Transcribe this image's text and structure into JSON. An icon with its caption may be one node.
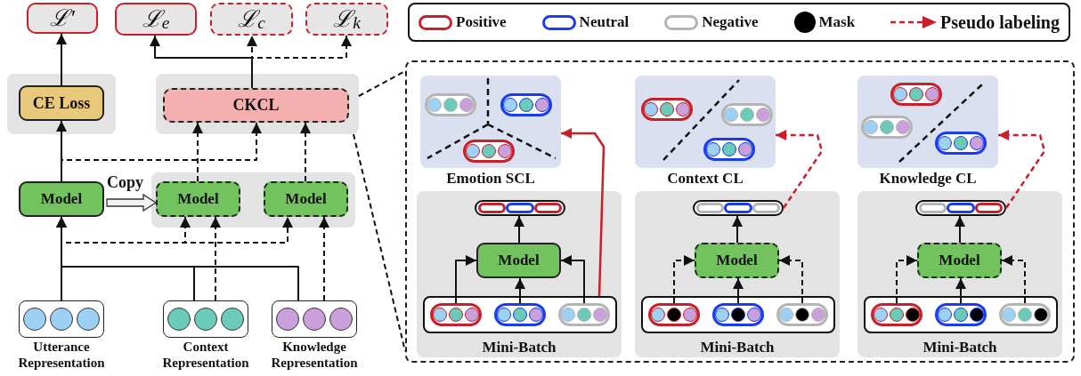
{
  "diagram": {
    "nodes": [
      {
        "text": [
          "ℒ′"
        ]
      },
      {
        "text": [
          "ℒ$_{e}$"
        ]
      },
      {
        "text": [
          "ℒ$_{c}$"
        ]
      },
      {
        "text": [
          "ℒ$_{k}$"
        ]
      },
      {
        "text": [],
        "shape": "box"
      },
      {
        "text": [
          "CE Loss"
        ],
        "in": 4
      },
      {
        "text": [],
        "shape": "box"
      },
      {
        "text": [
          "CKCL"
        ],
        "in": 6
      },
      {
        "text": [
          "Model"
        ]
      },
      {
        "text": [],
        "shape": "box"
      },
      {
        "text": [
          "Model"
        ],
        "in": 9
      },
      {
        "text": [
          "Model"
        ],
        "in": 9
      },
      {
        "text": [
          "Utterance Representation"
        ]
      },
      {
        "text": [
          "Context Representation"
        ]
      },
      {
        "text": [
          "Knowledge Representation"
        ]
      },
      {
        "text": [],
        "shape": "box"
      },
      {
        "text": [
          "Emotion SCL"
        ],
        "in": 15
      },
      {
        "text": [
          "Mini-Batch"
        ],
        "in": 15
      },
      {
        "text": [],
        "shape": "bar",
        "in": 17
      },
      {
        "text": [
          "Model"
        ],
        "in": 17
      },
      {
        "text": [],
        "shape": "box",
        "in": 17
      },
      {
        "text": [],
        "shape": "capsule",
        "in": 20
      },
      {
        "text": [],
        "shape": "capsule",
        "in": 20
      },
      {
        "text": [],
        "shape": "capsule",
        "in": 20
      },
      {
        "text": [
          "Context CL"
        ],
        "in": 15
      },
      {
        "text": [
          "Mini-Batch"
        ],
        "in": 15
      },
      {
        "text": [],
        "shape": "bar",
        "in": 25
      },
      {
        "text": [
          "Model"
        ],
        "in": 25
      },
      {
        "text": [],
        "shape": "box",
        "in": 25
      },
      {
        "text": [],
        "shape": "capsule",
        "in": 28
      },
      {
        "text": [],
        "shape": "capsule",
        "in": 28
      },
      {
        "text": [],
        "shape": "capsule",
        "in": 28
      },
      {
        "text": [
          "Knowledge CL"
        ],
        "in": 15
      },
      {
        "text": [
          "Mini-Batch"
        ],
        "in": 15
      },
      {
        "text": [],
        "shape": "bar",
        "in": 33
      },
      {
        "text": [
          "Model"
        ],
        "in": 33
      },
      {
        "text": [],
        "shape": "box",
        "in": 33
      },
      {
        "text": [],
        "shape": "capsule",
        "in": 36
      },
      {
        "text": [],
        "shape": "capsule",
        "in": 36
      },
      {
        "text": [],
        "shape": "capsule",
        "in": 36
      }
    ],
    "edges": [
      {
        "from": 5,
        "to": 0,
        "arrow": "to"
      },
      {
        "from": 7,
        "to": 1,
        "arrow": "to"
      },
      {
        "from": 7,
        "to": 2,
        "arrow": "to",
        "style": "dashed"
      },
      {
        "from": 7,
        "to": 3,
        "arrow": "to",
        "style": "dashed"
      },
      {
        "from": 8,
        "to": 5,
        "arrow": "to"
      },
      {
        "from": 8,
        "to": 7,
        "arrow": "to",
        "style": "dashed"
      },
      {
        "from": 10,
        "to": 7,
        "arrow": "to",
        "style": "dashed"
      },
      {
        "from": 11,
        "to": 7,
        "arrow": "to",
        "style": "dashed"
      },
      {
        "from": 8,
        "to": 10,
        "arrow": "to",
        "label": "Copy",
        "style": "thick"
      },
      {
        "from": 12,
        "to": 8,
        "arrow": "to"
      },
      {
        "from": 13,
        "to": 8,
        "arrow": "to"
      },
      {
        "from": 14,
        "to": 8,
        "arrow": "to"
      },
      {
        "from": 12,
        "to": 10,
        "arrow": "to",
        "style": "dashed"
      },
      {
        "from": 12,
        "to": 11,
        "arrow": "to",
        "style": "dashed"
      },
      {
        "from": 13,
        "to": 10,
        "arrow": "to",
        "style": "dashed"
      },
      {
        "from": 14,
        "to": 11,
        "arrow": "to",
        "style": "dashed"
      },
      {
        "from": 6,
        "to": 15,
        "arrow": "none",
        "style": "dashed"
      },
      {
        "from": 6,
        "to": 15,
        "arrow": "none",
        "style": "dashed"
      },
      {
        "from": 21,
        "to": 19,
        "arrow": "to"
      },
      {
        "from": 22,
        "to": 19,
        "arrow": "to"
      },
      {
        "from": 23,
        "to": 19,
        "arrow": "to"
      },
      {
        "from": 19,
        "to": 18,
        "arrow": "to"
      },
      {
        "from": 20,
        "to": 16,
        "arrow": "to",
        "color": "#c8202a"
      },
      {
        "from": 29,
        "to": 27,
        "arrow": "to",
        "style": "dashed"
      },
      {
        "from": 30,
        "to": 27,
        "arrow": "to"
      },
      {
        "from": 31,
        "to": 27,
        "arrow": "to",
        "style": "dashed"
      },
      {
        "from": 27,
        "to": 26,
        "arrow": "to"
      },
      {
        "from": 26,
        "to": 24,
        "arrow": "to",
        "style": "dashed",
        "color": "#c8202a"
      },
      {
        "from": 37,
        "to": 35,
        "arrow": "to",
        "style": "dashed"
      },
      {
        "from": 38,
        "to": 35,
        "arrow": "to"
      },
      {
        "from": 39,
        "to": 35,
        "arrow": "to",
        "style": "dashed"
      },
      {
        "from": 35,
        "to": 34,
        "arrow": "to"
      },
      {
        "from": 34,
        "to": 32,
        "arrow": "to",
        "style": "dashed",
        "color": "#c8202a"
      }
    ],
    "legend": [
      {
        "text": "Positive",
        "color": "#c8202a"
      },
      {
        "text": "Neutral",
        "color": "#1a3cf0"
      },
      {
        "text": "Negative",
        "color": "#b4b4b4"
      },
      {
        "text": "Mask",
        "color": "#000000"
      },
      {
        "text": "Pseudo labeling"
      }
    ]
  }
}
